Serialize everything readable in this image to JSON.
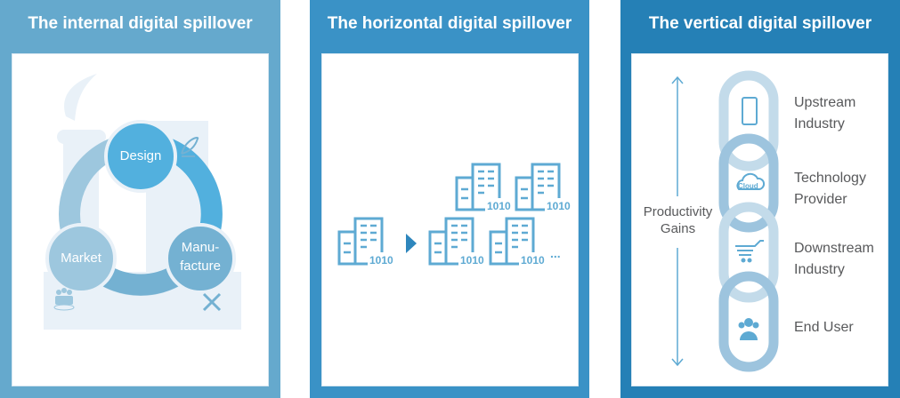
{
  "panels": [
    {
      "title": "The internal digital spillover",
      "color": "#65a9cd",
      "nodes": {
        "design": "Design",
        "market": "Market",
        "manufacture_1": "Manu-",
        "manufacture_2": "facture"
      }
    },
    {
      "title": "The horizontal digital spillover",
      "color": "#3a92c6",
      "building_code": "1010",
      "ellipsis": "..."
    },
    {
      "title": "The vertical digital spillover",
      "color": "#2580b6",
      "axis_label_1": "Productivity",
      "axis_label_2": "Gains",
      "cloud_label": "Cloud",
      "links": [
        {
          "label_1": "Upstream",
          "label_2": "Industry",
          "icon": "smartphone-icon"
        },
        {
          "label_1": "Technology",
          "label_2": "Provider",
          "icon": "cloud-icon"
        },
        {
          "label_1": "Downstream",
          "label_2": "Industry",
          "icon": "shopping-cart-icon"
        },
        {
          "label_1": "End User",
          "label_2": "",
          "icon": "users-icon"
        }
      ]
    }
  ]
}
